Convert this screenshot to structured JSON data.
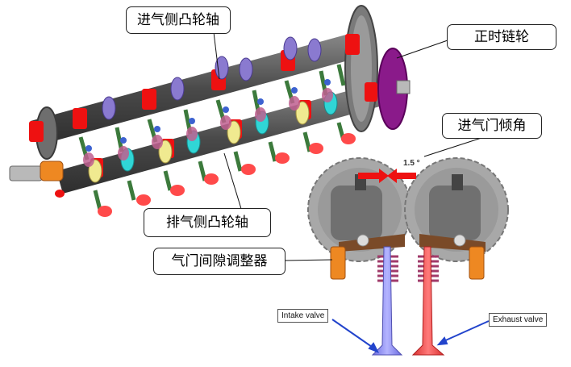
{
  "labels": {
    "intake_camshaft": "进气侧凸轮轴",
    "timing_sprocket": "正时链轮",
    "intake_valve_angle": "进气门倾角",
    "exhaust_camshaft": "排气侧凸轮轴",
    "lash_adjuster": "气门间隙调整器",
    "intake_valve": "Intake valve",
    "exhaust_valve": "Exhaust valve",
    "angle_value": "1.5 °"
  },
  "colors": {
    "shaft": "#555555",
    "journal_red": "#ee1111",
    "rocker_green": "#559955",
    "spring": "#993366",
    "sprocket_purple": "#880088",
    "intake_valve": "#8888ee",
    "exhaust_valve": "#ee4444",
    "adjuster_orange": "#ee8822",
    "gear_gray": "#a8a8a8",
    "leader_blue": "#2244cc"
  }
}
